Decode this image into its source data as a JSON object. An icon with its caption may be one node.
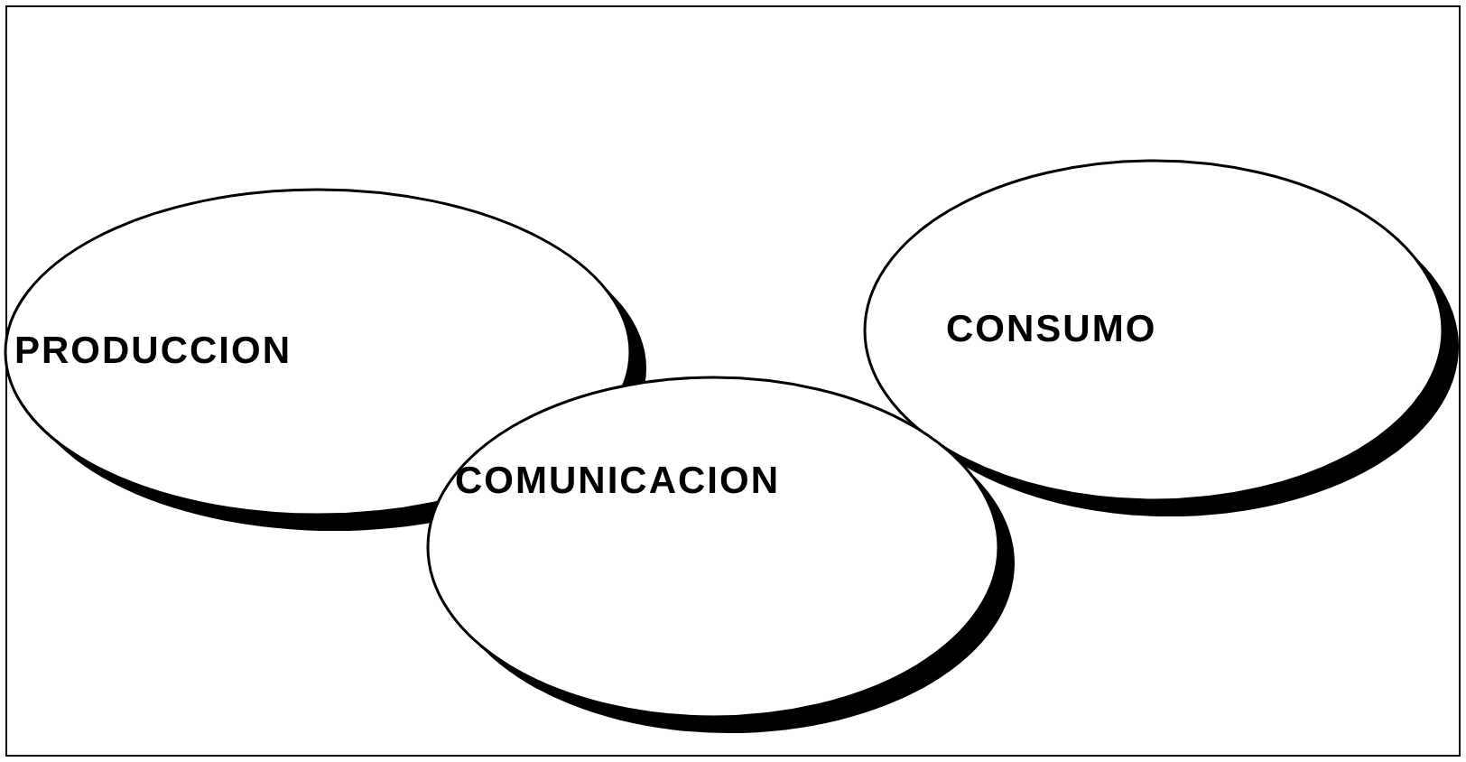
{
  "diagram": {
    "nodes": [
      {
        "text": [
          "PRODUCCION"
        ]
      },
      {
        "text": [
          "CONSUMO"
        ]
      },
      {
        "text": [
          "COMUNICACION"
        ]
      }
    ],
    "edges": []
  }
}
